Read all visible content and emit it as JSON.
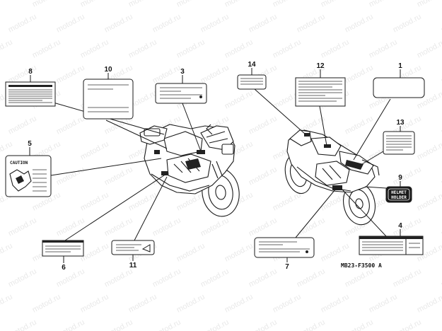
{
  "watermark": {
    "text": "motod.ru"
  },
  "labels": [
    {
      "num": "1",
      "name": "label-1"
    },
    {
      "num": "3",
      "name": "label-3"
    },
    {
      "num": "4",
      "name": "label-4"
    },
    {
      "num": "5",
      "name": "label-5",
      "text": "CAUTION"
    },
    {
      "num": "6",
      "name": "label-6"
    },
    {
      "num": "7",
      "name": "label-7"
    },
    {
      "num": "8",
      "name": "label-8"
    },
    {
      "num": "9",
      "name": "label-9",
      "line1": "HELMET",
      "line2": "HOLDER"
    },
    {
      "num": "10",
      "name": "label-10"
    },
    {
      "num": "11",
      "name": "label-11"
    },
    {
      "num": "12",
      "name": "label-12"
    },
    {
      "num": "13",
      "name": "label-13"
    },
    {
      "num": "14",
      "name": "label-14"
    }
  ],
  "part_code": "MB23-F3500 A"
}
